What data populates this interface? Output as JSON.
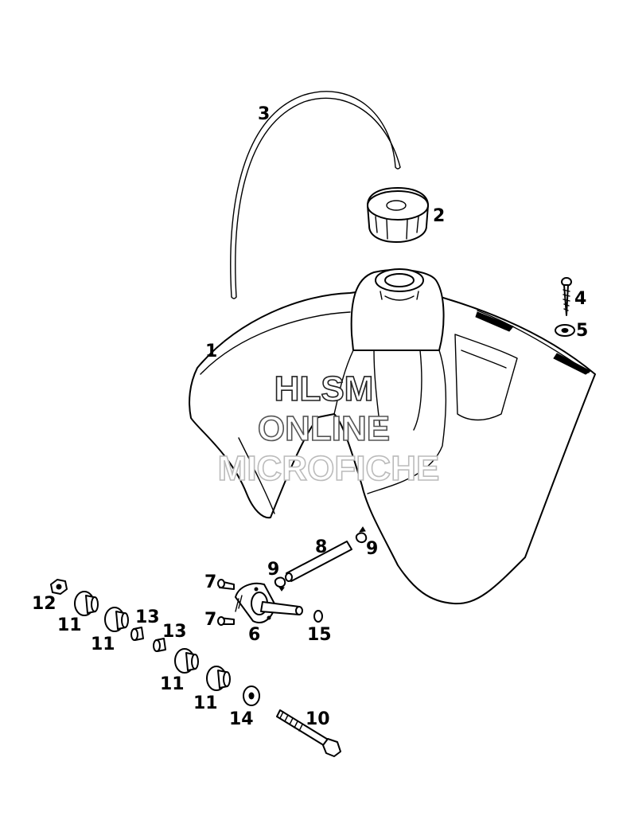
{
  "watermark": {
    "line1": "HLSM",
    "line2": "ONLINE",
    "line3": "MICROFICHE",
    "color1": "#222222",
    "color2": "#555555",
    "color3": "#bbbbbb"
  },
  "callouts": [
    "1",
    "2",
    "3",
    "4",
    "5",
    "6",
    "7",
    "7",
    "8",
    "9",
    "9",
    "10",
    "11",
    "11",
    "11",
    "11",
    "12",
    "13",
    "13",
    "14",
    "15"
  ],
  "parts": [
    "fuel-tank",
    "tank-cap",
    "breather-hose",
    "screw",
    "washer",
    "fuel-tap",
    "tap-screw",
    "fuel-line",
    "hose-clamp",
    "mount-bolt",
    "rubber-bushing",
    "nut",
    "spacer-sleeve",
    "flat-washer",
    "o-ring"
  ]
}
